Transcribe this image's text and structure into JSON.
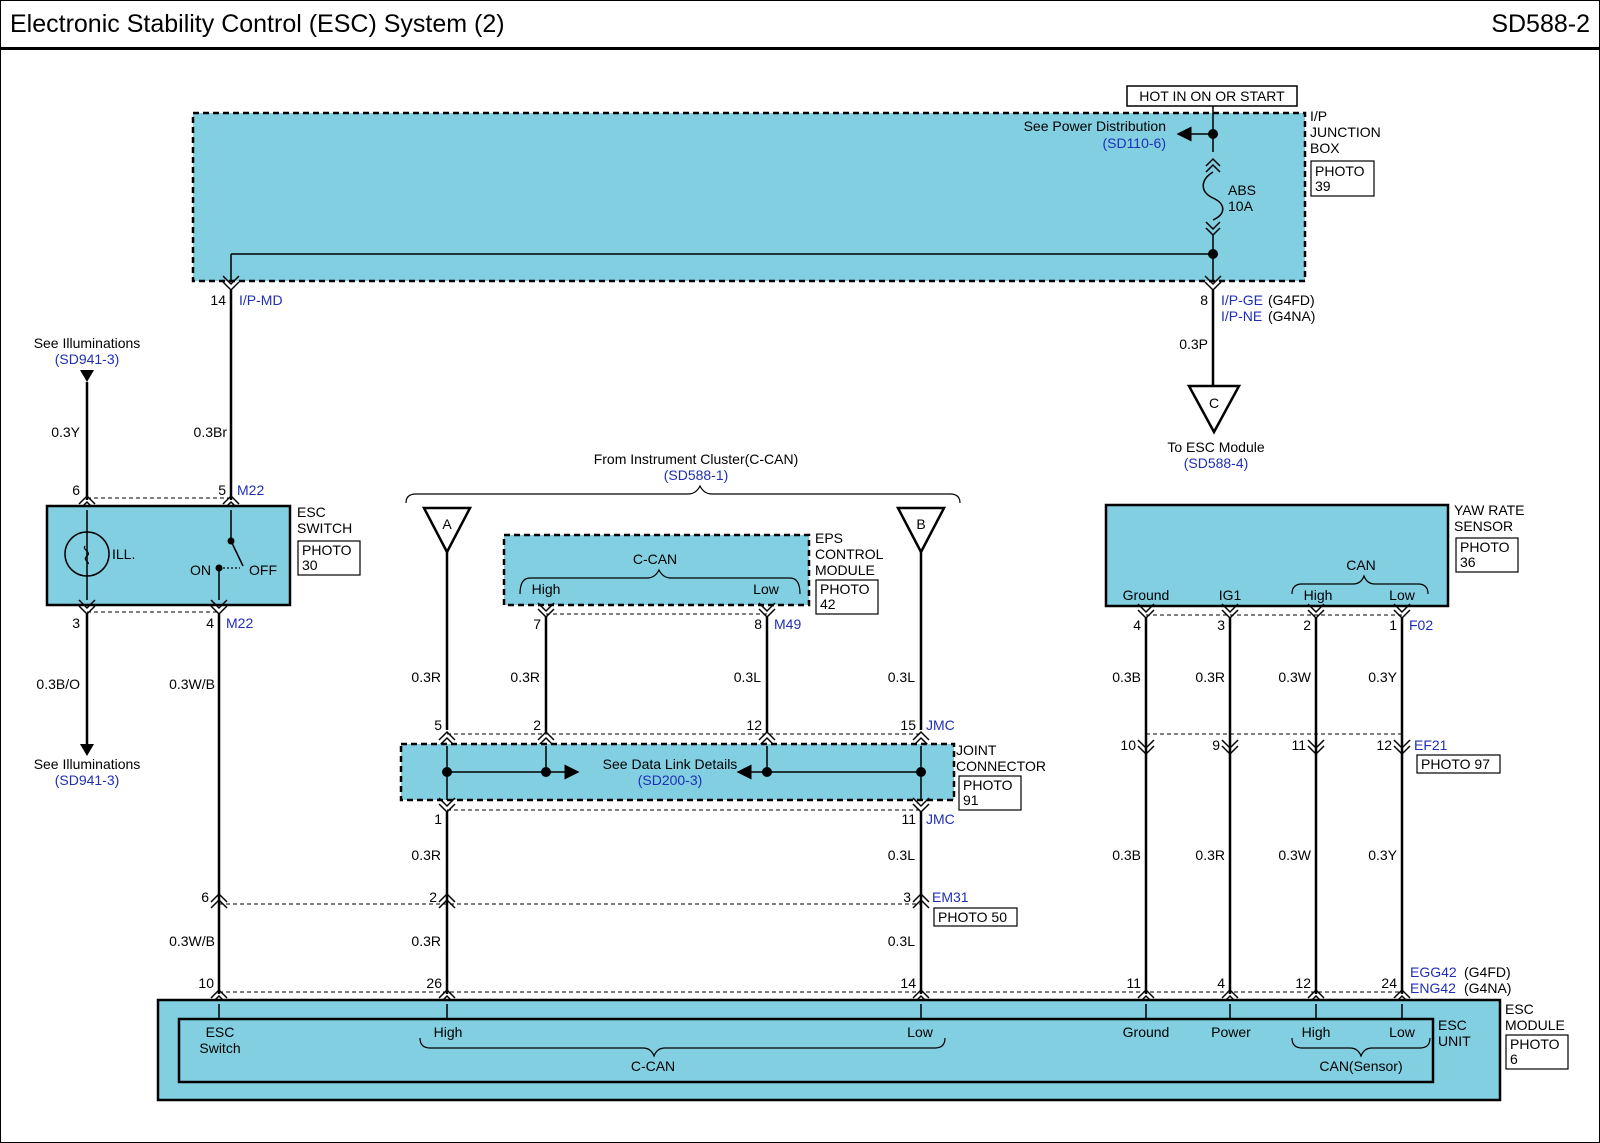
{
  "header": {
    "title": "Electronic Stability Control (ESC) System (2)",
    "code": "SD588-2"
  },
  "colors": {
    "component_fill": "#82cfe2",
    "wire": "#000000",
    "ref_text": "#1f2fb5"
  },
  "junction_box": {
    "hot_label": "HOT IN ON OR START",
    "name_lines": [
      "I/P",
      "JUNCTION",
      "BOX"
    ],
    "photo_lines": [
      "PHOTO",
      "39"
    ],
    "power_dist": "See Power Distribution",
    "power_dist_ref": "(SD110-6)",
    "fuse_lines": [
      "ABS",
      "10A"
    ],
    "pin_left": "14",
    "conn_left": "I/P-MD",
    "pin_right": "8",
    "conn_right_1": "I/P-GE",
    "conn_right_1_note": "(G4FD)",
    "conn_right_2": "I/P-NE",
    "conn_right_2_note": "(G4NA)",
    "wire_right": "0.3P",
    "wire_left": "0.3Br"
  },
  "to_esc": {
    "letter": "C",
    "text": "To ESC Module",
    "ref": "(SD588-4)"
  },
  "illum_top": {
    "text": "See Illuminations",
    "ref": "(SD941-3)",
    "wire": "0.3Y"
  },
  "illum_bottom": {
    "text": "See Illuminations",
    "ref": "(SD941-3)",
    "wire": "0.3B/O"
  },
  "esc_switch": {
    "name_lines": [
      "ESC",
      "SWITCH"
    ],
    "photo_lines": [
      "PHOTO",
      "30"
    ],
    "ill": "ILL.",
    "on": "ON",
    "off": "OFF",
    "pin_tl": "6",
    "pin_tr": "5",
    "conn_top": "M22",
    "pin_bl": "3",
    "pin_br": "4",
    "conn_bot": "M22",
    "wire_out": "0.3W/B"
  },
  "instrument": {
    "text": "From Instrument Cluster(C-CAN)",
    "ref": "(SD588-1)",
    "letter_a": "A",
    "letter_b": "B"
  },
  "eps": {
    "name_lines": [
      "EPS",
      "CONTROL",
      "MODULE"
    ],
    "photo_lines": [
      "PHOTO",
      "42"
    ],
    "bus": "C-CAN",
    "high": "High",
    "low": "Low",
    "pin_high": "7",
    "pin_low": "8",
    "conn": "M49"
  },
  "joint": {
    "name_lines": [
      "JOINT",
      "CONNECTOR"
    ],
    "photo_lines": [
      "PHOTO",
      "91"
    ],
    "text": "See Data Link Details",
    "ref": "(SD200-3)",
    "top_pins": [
      "5",
      "2",
      "12",
      "15"
    ],
    "top_conn": "JMC",
    "bot_pins": [
      "1",
      "11"
    ],
    "bot_conn": "JMC"
  },
  "wires_mid": {
    "a_top": "0.3R",
    "eps_high": "0.3R",
    "eps_low": "0.3L",
    "b_top": "0.3L",
    "a_mid": "0.3R",
    "b_mid": "0.3L",
    "a_low": "0.3R",
    "b_low": "0.3L",
    "sw_low": "0.3W/B"
  },
  "em31": {
    "pins": [
      "6",
      "2",
      "3"
    ],
    "conn": "EM31",
    "photo": "PHOTO 50"
  },
  "yaw": {
    "name_lines": [
      "YAW RATE",
      "SENSOR"
    ],
    "photo_lines": [
      "PHOTO",
      "36"
    ],
    "labels": [
      "Ground",
      "IG1",
      "High",
      "Low"
    ],
    "can": "CAN",
    "pins": [
      "4",
      "3",
      "2",
      "1"
    ],
    "conn": "F02",
    "wires_top": [
      "0.3B",
      "0.3R",
      "0.3W",
      "0.3Y"
    ],
    "wires_bot": [
      "0.3B",
      "0.3R",
      "0.3W",
      "0.3Y"
    ]
  },
  "ef21": {
    "pins": [
      "10",
      "9",
      "11",
      "12"
    ],
    "conn": "EF21",
    "photo": "PHOTO 97"
  },
  "esc_module": {
    "module_lines": [
      "ESC",
      "MODULE"
    ],
    "unit_lines": [
      "ESC",
      "UNIT"
    ],
    "photo_lines": [
      "PHOTO",
      "6"
    ],
    "pins": [
      "10",
      "26",
      "14",
      "11",
      "4",
      "12",
      "24"
    ],
    "conn_1": "EGG42",
    "conn_1_note": "(G4FD)",
    "conn_2": "ENG42",
    "conn_2_note": "(G4NA)",
    "sw_lines": [
      "ESC",
      "Switch"
    ],
    "high": "High",
    "low": "Low",
    "ccan": "C-CAN",
    "ground": "Ground",
    "power": "Power",
    "s_high": "High",
    "s_low": "Low",
    "can_sensor": "CAN(Sensor)"
  }
}
